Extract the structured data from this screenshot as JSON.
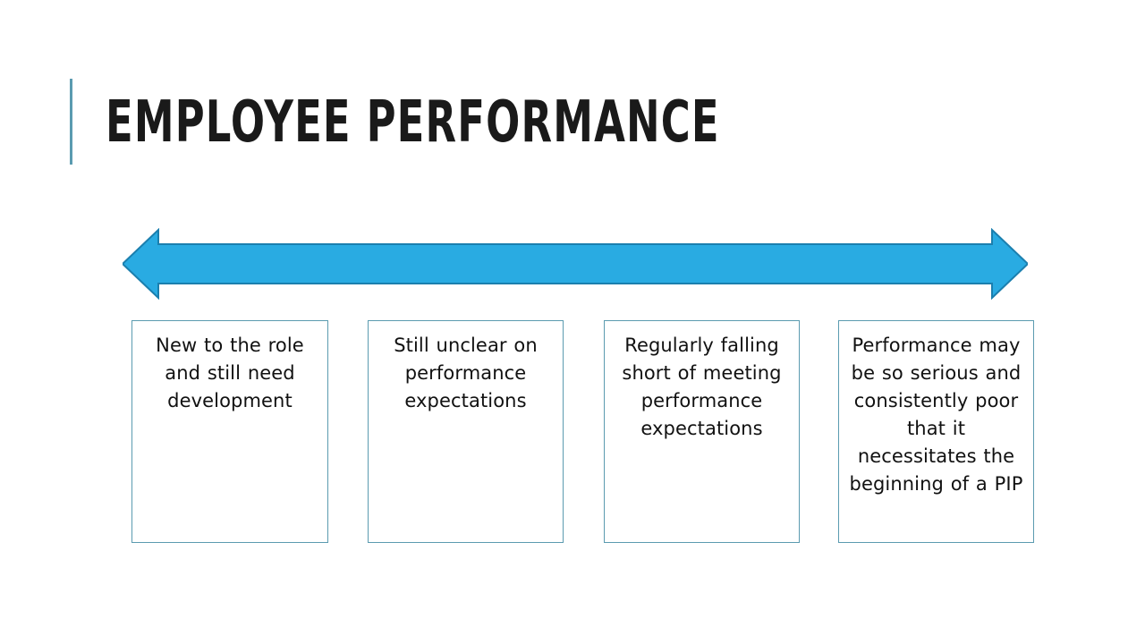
{
  "slide": {
    "title": "Employee Performance",
    "accent_color": "#5b9bb0",
    "arrow_fill": "#29abe2",
    "arrow_stroke": "#1b7fae",
    "background": "#ffffff"
  },
  "arrow": {
    "name": "double-headed-arrow",
    "direction": "left-right",
    "label": ""
  },
  "stages": [
    {
      "id": "stage-1",
      "text": "New to the role and still need development"
    },
    {
      "id": "stage-2",
      "text": "Still unclear on performance expectations"
    },
    {
      "id": "stage-3",
      "text": "Regularly falling short of meeting performance expectations"
    },
    {
      "id": "stage-4",
      "text": "Performance may be so serious and consistently poor that it necessitates the beginning of a PIP"
    }
  ]
}
